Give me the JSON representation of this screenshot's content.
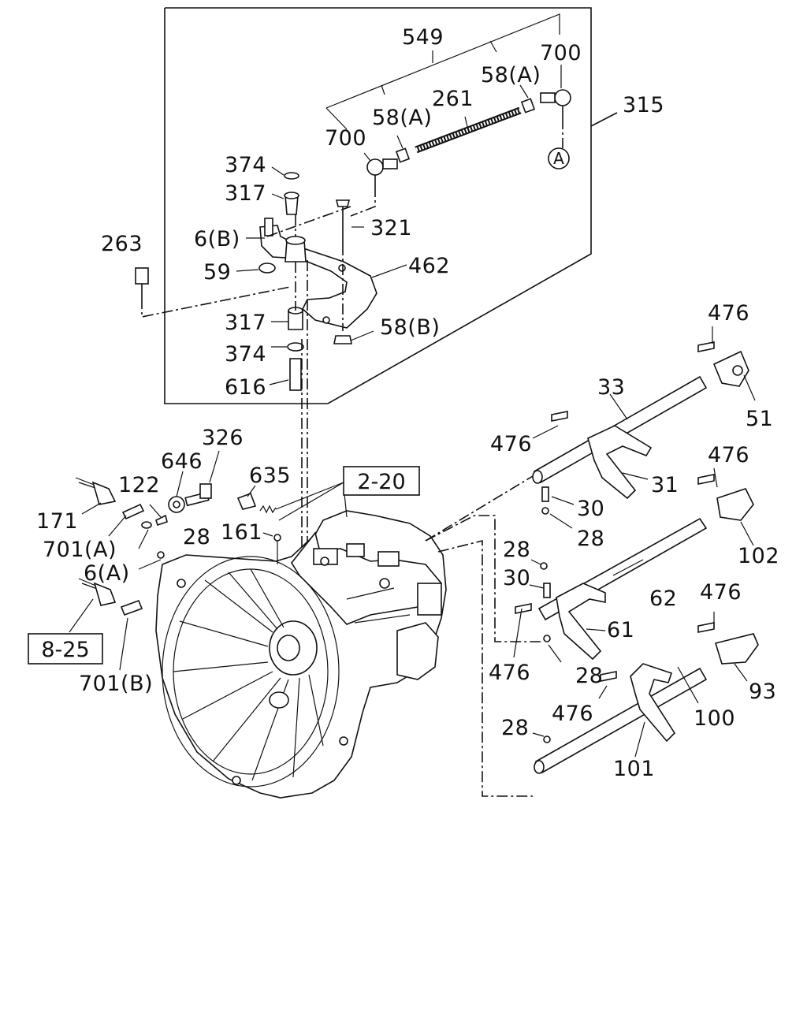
{
  "callouts": {
    "c549": "549",
    "c700_top": "700",
    "c58a_top": "58(A)",
    "c261": "261",
    "c58a_left": "58(A)",
    "c700_left": "700",
    "c315": "315",
    "c374_top": "374",
    "c317_top": "317",
    "c321": "321",
    "c6b": "6(B)",
    "c263": "263",
    "c59": "59",
    "c462": "462",
    "c317_bot": "317",
    "c58b": "58(B)",
    "c374_bot": "374",
    "c616": "616",
    "c476_a": "476",
    "c33": "33",
    "c51": "51",
    "c476_b": "476",
    "c31": "31",
    "c476_c": "476",
    "c30_a": "30",
    "c28_a": "28",
    "c102": "102",
    "c326": "326",
    "c646": "646",
    "c635": "635",
    "c122": "122",
    "c171": "171",
    "c701a": "701(A)",
    "c161": "161",
    "c28_b": "28",
    "c6a": "6(A)",
    "c28_c": "28",
    "c30_b": "30",
    "c62": "62",
    "c476_d": "476",
    "c61": "61",
    "c476_e": "476",
    "c28_d": "28",
    "c93": "93",
    "c701b": "701(B)",
    "c476_f": "476",
    "c100": "100",
    "c28_e": "28",
    "c101": "101"
  },
  "references": {
    "ref_2_20": "2-20",
    "ref_8_25": "8-25"
  },
  "markers": {
    "circle_a": "A"
  }
}
